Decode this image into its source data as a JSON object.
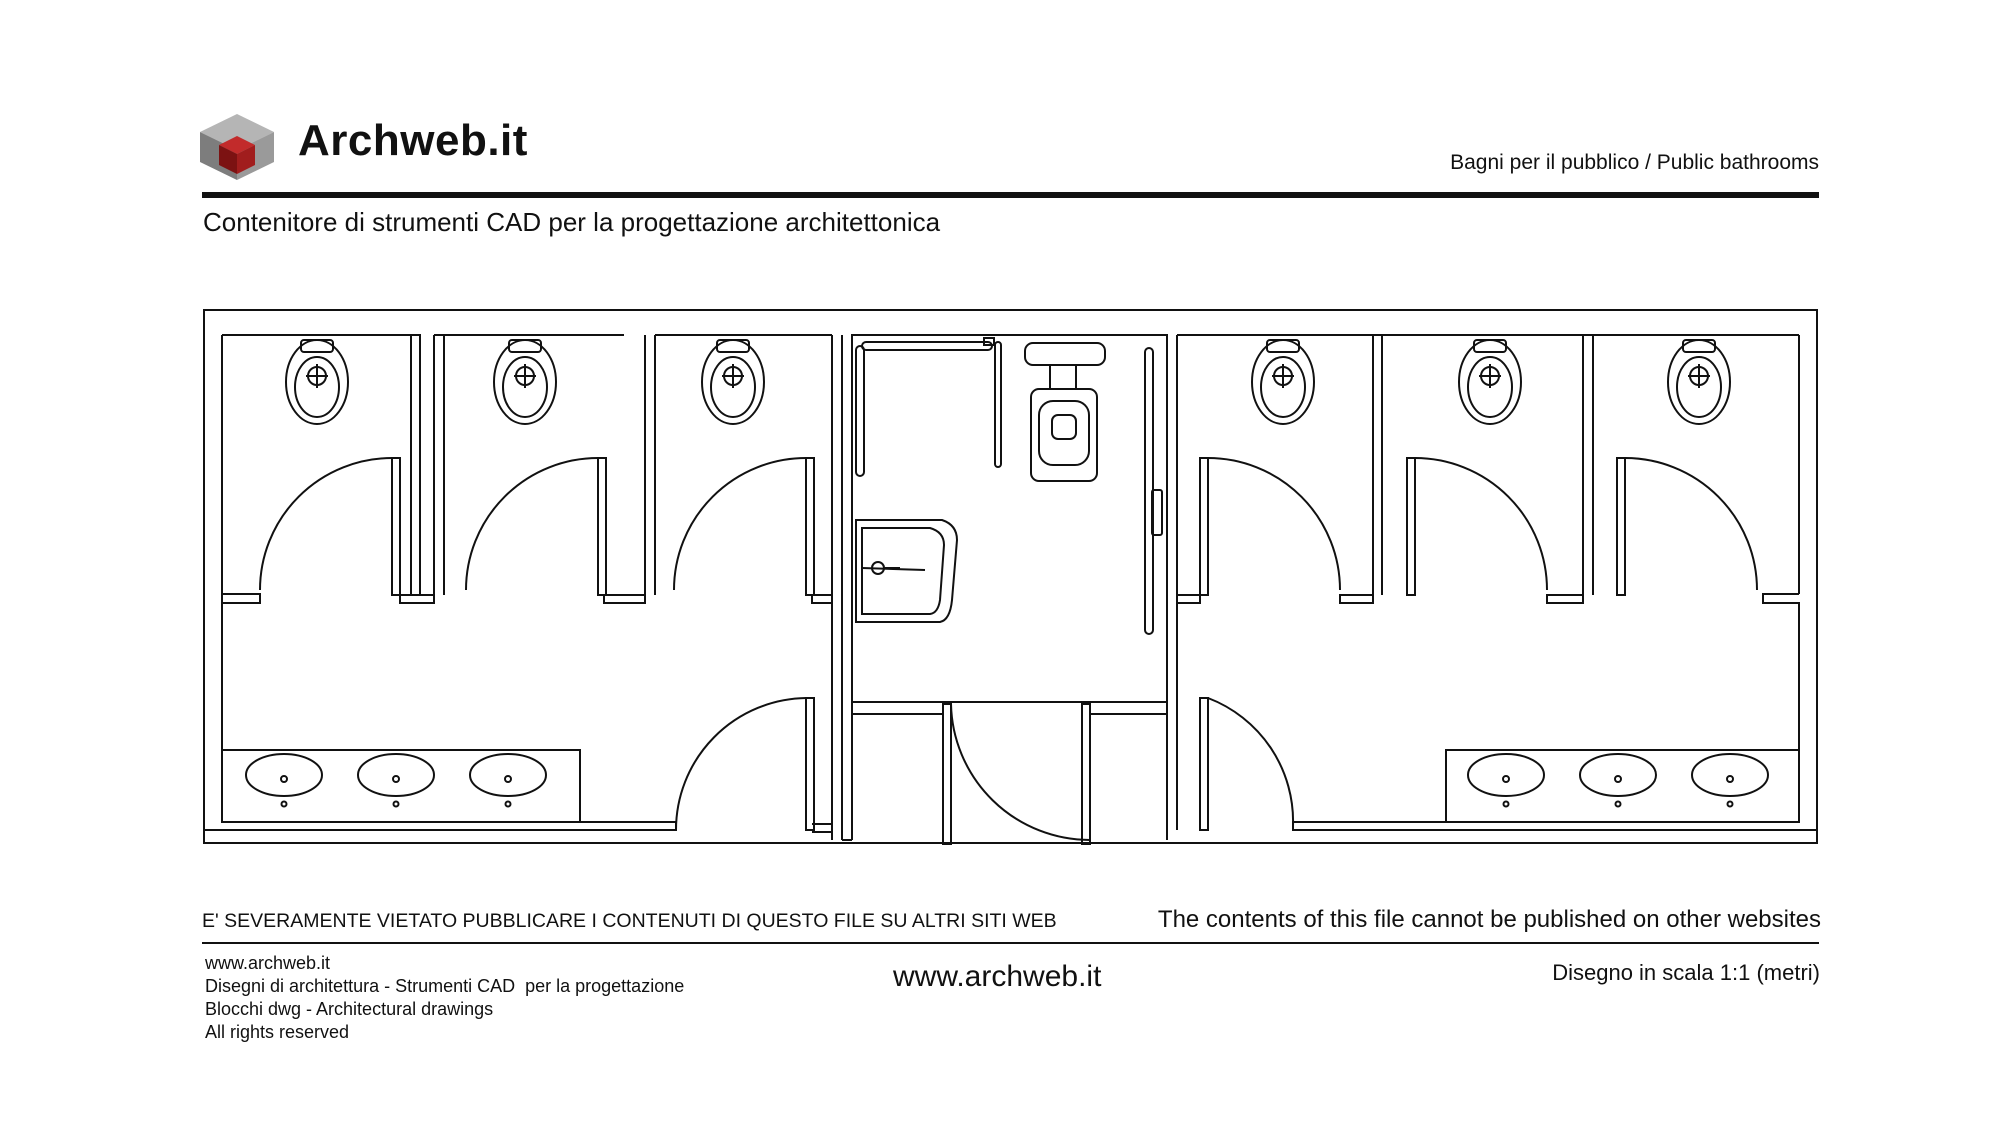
{
  "header": {
    "brand": "Archweb.it",
    "subject": "Bagni per il pubblico  /  Public bathrooms",
    "tagline": "Contenitore di strumenti CAD per la progettazione architettonica"
  },
  "notice": {
    "italian": "E' SEVERAMENTE VIETATO PUBBLICARE I CONTENUTI DI QUESTO FILE SU ALTRI SITI WEB",
    "english": "The contents of this file cannot be published on other websites"
  },
  "footer": {
    "lines": [
      "www.archweb.it",
      "Disegni di architettura - Strumenti CAD  per la progettazione",
      "Blocchi dwg - Architectural drawings",
      "All rights reserved"
    ],
    "url": "www.archweb.it",
    "scale": "Disegno in scala 1:1 (metri)"
  },
  "colors": {
    "logo_red": "#a11d1d",
    "logo_grey": "#8a8a8a",
    "ink": "#111111"
  }
}
